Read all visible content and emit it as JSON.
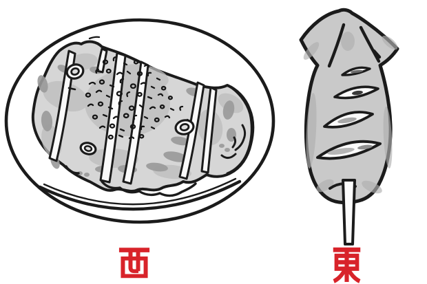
{
  "labels": {
    "west": "西",
    "east": "東"
  },
  "illustrations": {
    "west": "plate-with-pressed-grilled-squid",
    "east": "whole-grilled-squid-on-skewer"
  },
  "colors": {
    "background": "#ffffff",
    "ink": "#1b1b1b",
    "label_red": "#d8232a",
    "squid_gray": "#c9c9c9",
    "food_gray": "#d6d6d6"
  }
}
